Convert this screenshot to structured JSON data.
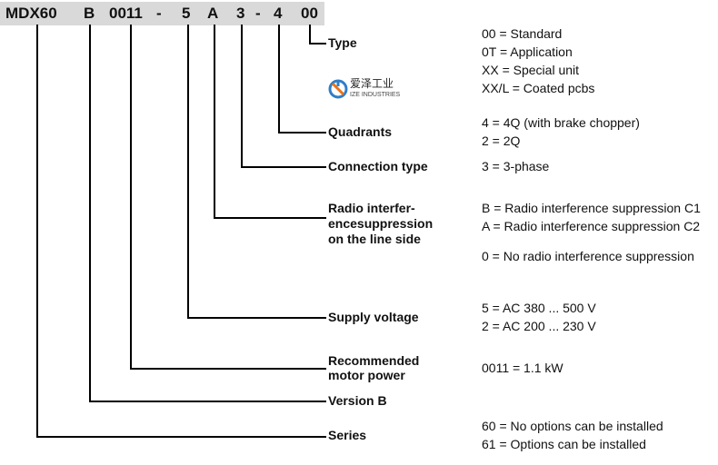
{
  "type_code": {
    "series": "MDX60",
    "version": "B",
    "power": "0011",
    "sep1": "-",
    "voltage": "5",
    "rfi": "A",
    "connection": "3",
    "sep2": "-",
    "quadrants": "4",
    "type": "00"
  },
  "logo": {
    "chinese": "爱泽工业",
    "english": "IZE INDUSTRIES",
    "icon": "ize-logo-icon",
    "colors": {
      "blue": "#2f7fc8",
      "orange": "#e8731a"
    }
  },
  "fields": {
    "type": {
      "label": "Type",
      "options": [
        "00 = Standard",
        "0T = Application",
        "XX = Special unit",
        "XX/L = Coated pcbs"
      ]
    },
    "quadrants": {
      "label": "Quadrants",
      "options": [
        "4 = 4Q (with brake chopper)",
        "2 = 2Q"
      ]
    },
    "connection": {
      "label": "Connection type",
      "options": [
        "3 = 3-phase"
      ]
    },
    "rfi": {
      "label_lines": [
        "Radio interfer-",
        "encesuppression",
        "on the line side"
      ],
      "options": [
        "B = Radio interference suppression C1",
        "A = Radio interference suppression C2",
        "0 = No radio interference suppression"
      ]
    },
    "voltage": {
      "label": "Supply voltage",
      "options": [
        "5 = AC 380 ... 500 V",
        "2 = AC 200 ... 230 V"
      ]
    },
    "power": {
      "label_lines": [
        "Recommended",
        "motor power"
      ],
      "options": [
        "0011 = 1.1 kW"
      ]
    },
    "version": {
      "label": "Version B"
    },
    "series": {
      "label": "Series",
      "options": [
        "60 = No options can be installed",
        "61 = Options can be installed"
      ]
    }
  }
}
